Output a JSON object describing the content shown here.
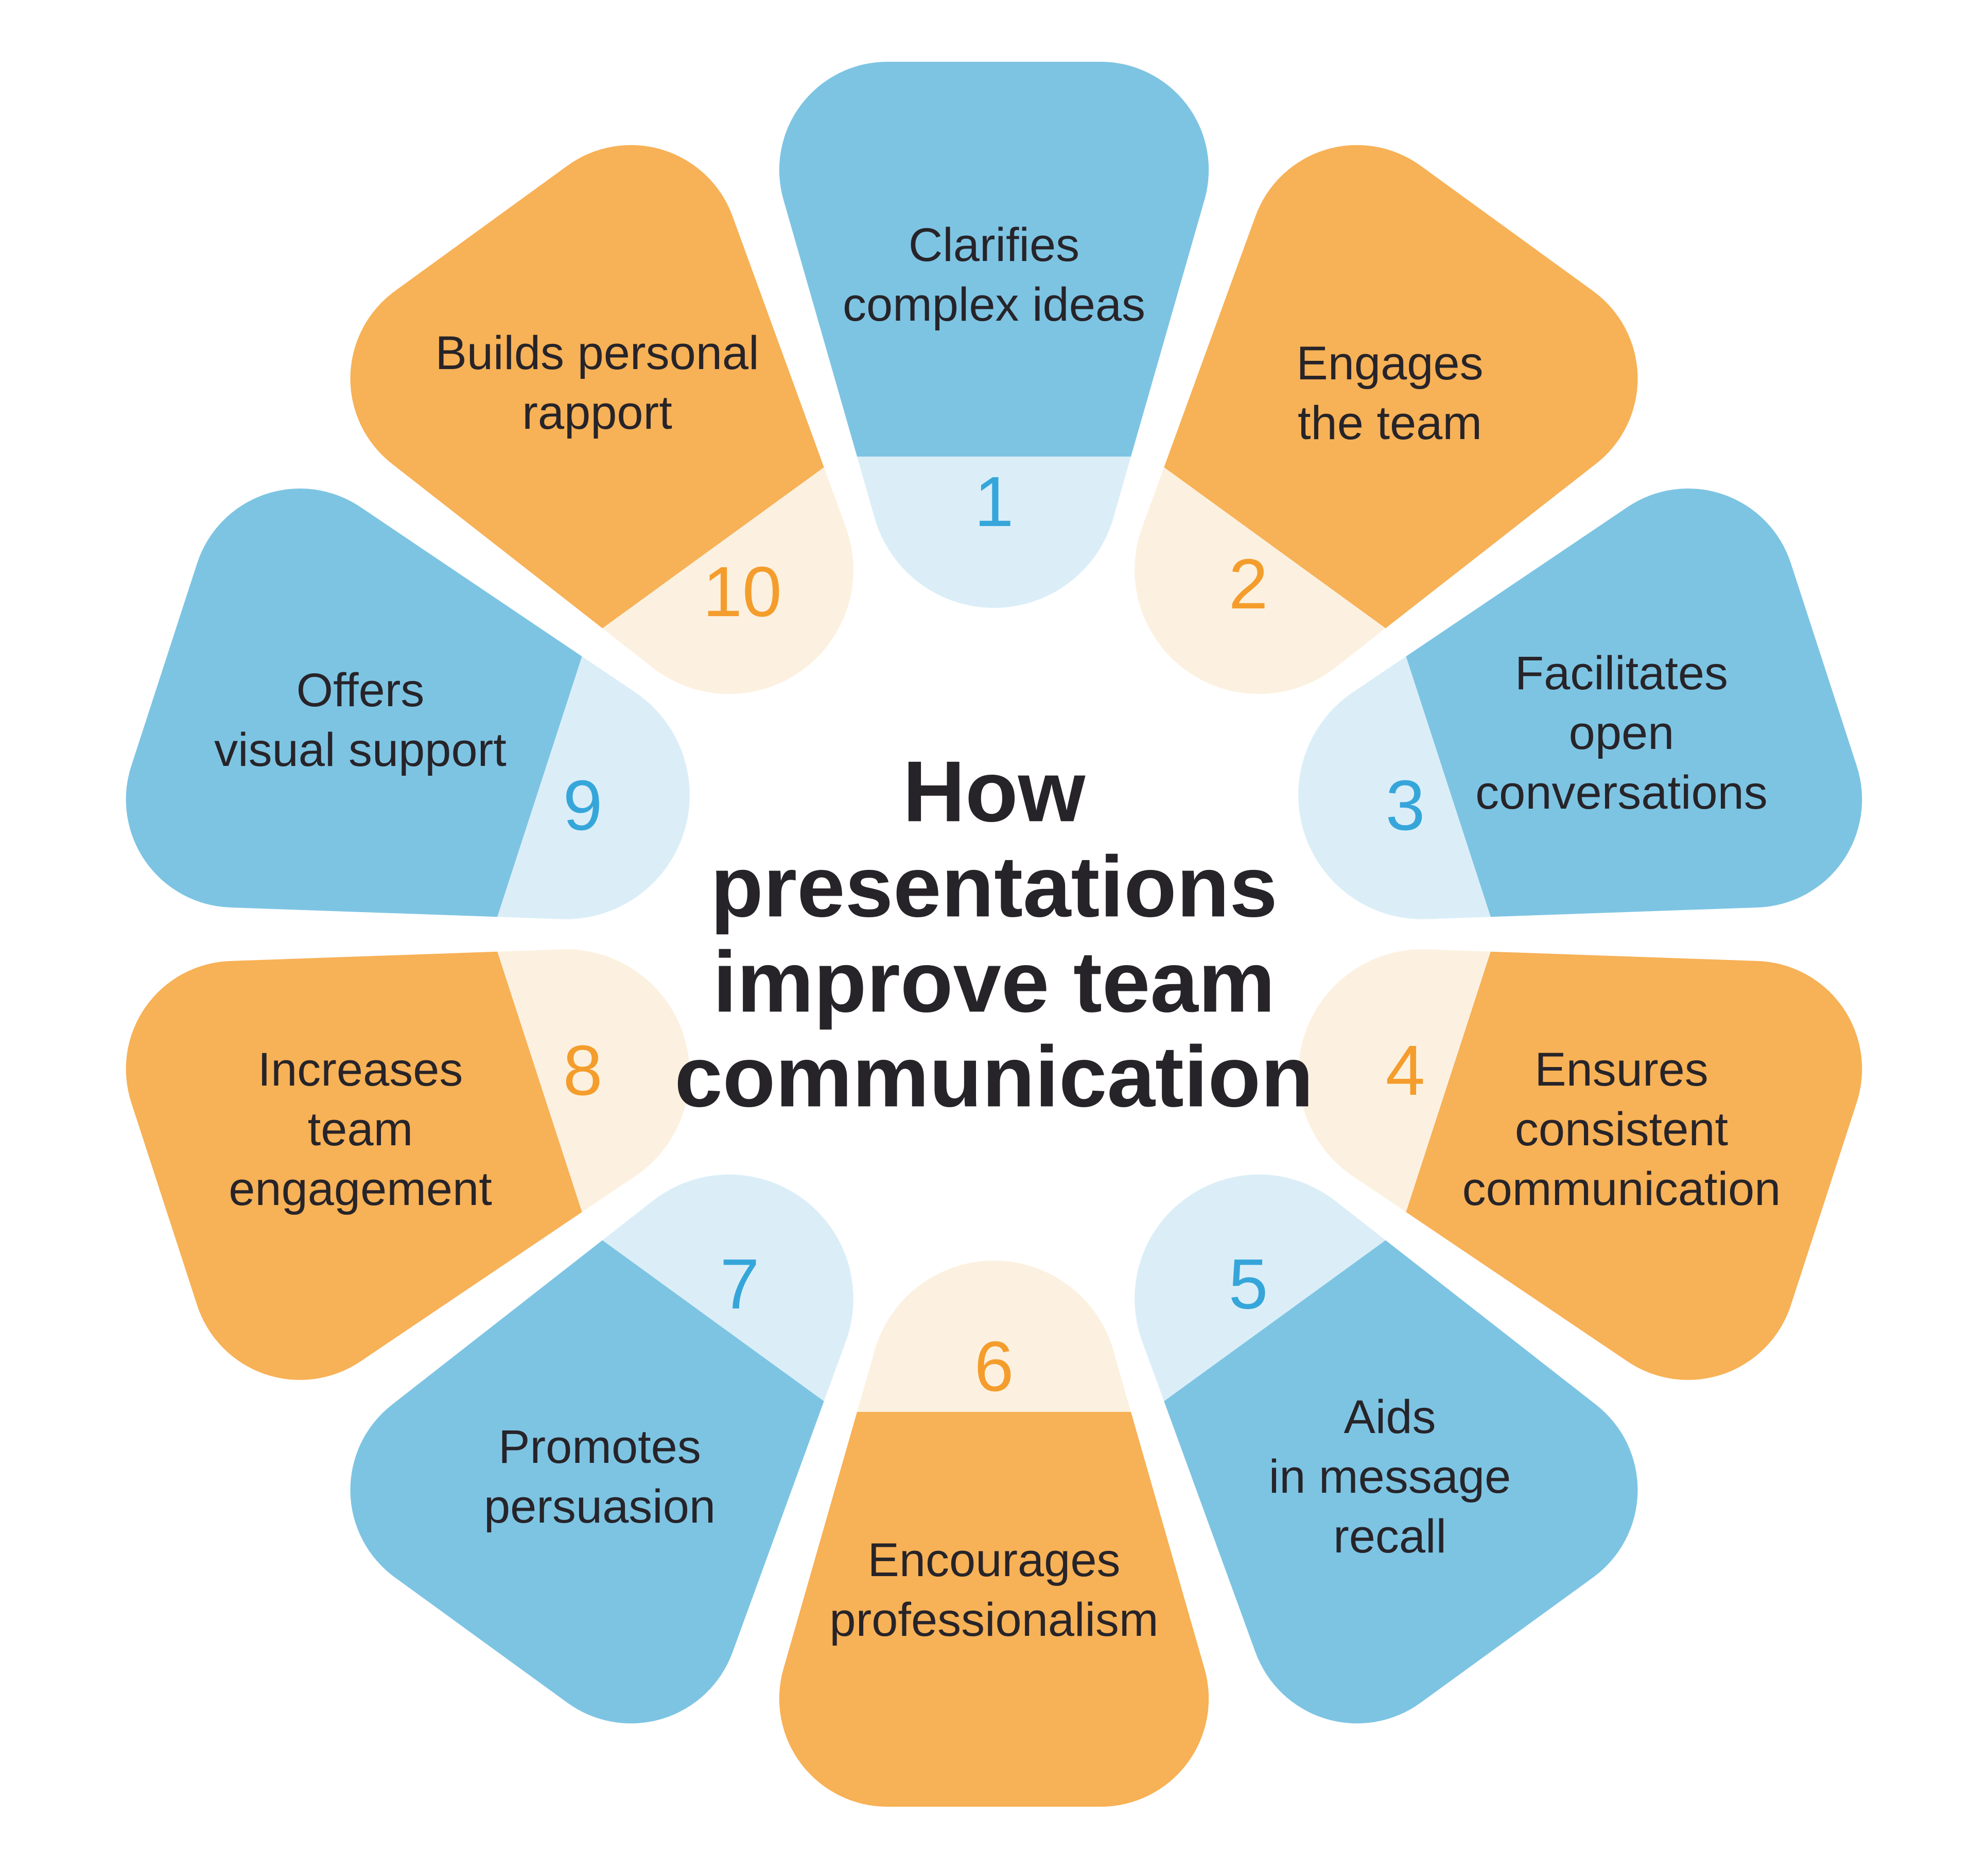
{
  "title": {
    "text": "How\npresentations\nimprove team\ncommunication"
  },
  "colors": {
    "background": "#FFFFFF",
    "petal_blue": "#7DC4E3",
    "petal_blue_tint": "#DBEEF8",
    "number_blue": "#36A6DA",
    "petal_orange": "#F7B156",
    "petal_orange_tint": "#FCF1E0",
    "number_orange": "#F49D2C",
    "text_dark": "#272429"
  },
  "petals": [
    {
      "number": "1",
      "label": "Clarifies\ncomplex ideas",
      "color": "#7DC4E3",
      "tint": "#DBEEF8",
      "number_color": "#36A6DA"
    },
    {
      "number": "2",
      "label": "Engages\nthe team",
      "color": "#F7B156",
      "tint": "#FCF1E0",
      "number_color": "#F49D2C"
    },
    {
      "number": "3",
      "label": "Facilitates\nopen\nconversations",
      "color": "#7DC4E3",
      "tint": "#DBEEF8",
      "number_color": "#36A6DA"
    },
    {
      "number": "4",
      "label": "Ensures\nconsistent\ncommunication",
      "color": "#F7B156",
      "tint": "#FCF1E0",
      "number_color": "#F49D2C"
    },
    {
      "number": "5",
      "label": "Aids\nin message\nrecall",
      "color": "#7DC4E3",
      "tint": "#DBEEF8",
      "number_color": "#36A6DA"
    },
    {
      "number": "6",
      "label": "Encourages\nprofessionalism",
      "color": "#F7B156",
      "tint": "#FCF1E0",
      "number_color": "#F49D2C"
    },
    {
      "number": "7",
      "label": "Promotes\npersuasion",
      "color": "#7DC4E3",
      "tint": "#DBEEF8",
      "number_color": "#36A6DA"
    },
    {
      "number": "8",
      "label": "Increases\nteam\nengagement",
      "color": "#F7B156",
      "tint": "#FCF1E0",
      "number_color": "#F49D2C"
    },
    {
      "number": "9",
      "label": "Offers\nvisual support",
      "color": "#7DC4E3",
      "tint": "#DBEEF8",
      "number_color": "#36A6DA"
    },
    {
      "number": "10",
      "label": "Builds personal\nrapport",
      "color": "#F7B156",
      "tint": "#FCF1E0",
      "number_color": "#F49D2C"
    }
  ]
}
